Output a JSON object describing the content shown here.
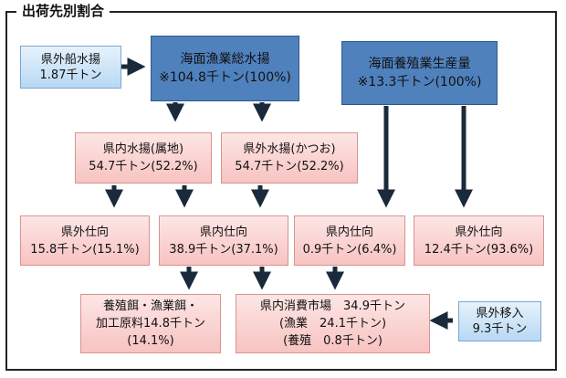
{
  "title": "出荷先別割合",
  "nodes": {
    "out_boats": {
      "line1": "県外船水揚",
      "line2": "1.87千トン"
    },
    "total_landing": {
      "line1": "海面漁業総水揚",
      "line2": "※104.8千トン(100%)"
    },
    "aquaculture": {
      "line1": "海面養殖業生産量",
      "line2": "※13.3千トン(100%)"
    },
    "pref_landing": {
      "line1": "県内水揚(属地)",
      "line2": "54.7千トン(52.2%)"
    },
    "out_landing": {
      "line1": "県外水揚(かつお)",
      "line2": "54.7千トン(52.2%)"
    },
    "ship_out_1": {
      "line1": "県外仕向",
      "line2": "15.8千トン(15.1%)"
    },
    "ship_in_1": {
      "line1": "県内仕向",
      "line2": "38.9千トン(37.1%)"
    },
    "ship_in_2": {
      "line1": "県内仕向",
      "line2": "0.9千トン(6.4%)"
    },
    "ship_out_2": {
      "line1": "県外仕向",
      "line2": "12.4千トン(93.6%)"
    },
    "feed": {
      "line1": "養殖餌・漁業餌・",
      "line2": "加工原料14.8千トン",
      "line3": "(14.1%)"
    },
    "market": {
      "line1": "県内消費市場　34.9千トン",
      "line2": "(漁業　24.1千トン)",
      "line3": "(養殖　0.8千トン)"
    },
    "imports": {
      "line1": "県外移入",
      "line2": "9.3千トン"
    }
  }
}
